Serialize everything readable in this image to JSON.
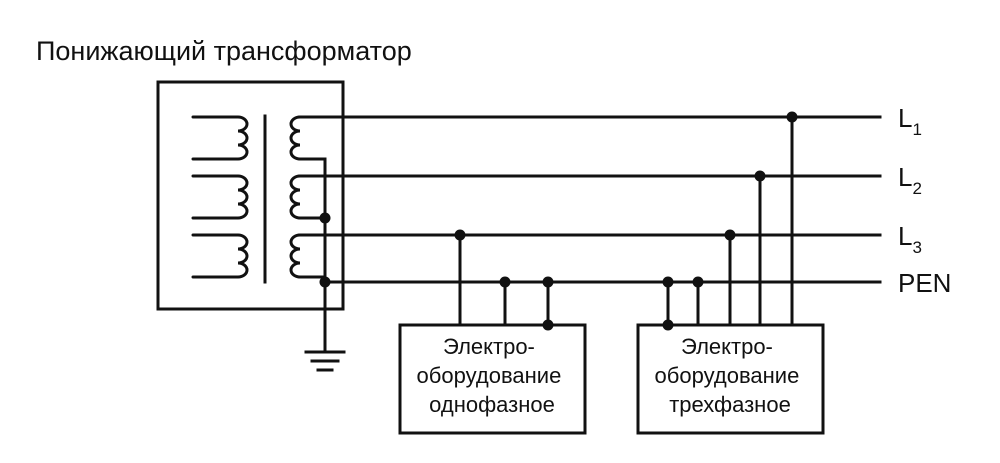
{
  "title": "Понижающий трансформатор",
  "buses": {
    "l1": {
      "base": "L",
      "sub": "1"
    },
    "l2": {
      "base": "L",
      "sub": "2"
    },
    "l3": {
      "base": "L",
      "sub": "3"
    },
    "pen": "PEN"
  },
  "equipment": {
    "single_phase": [
      "Электро-",
      "оборудование",
      "однофазное"
    ],
    "three_phase": [
      "Электро-",
      "оборудование",
      "трехфазное"
    ]
  },
  "icons": [
    "transformer-winding-icon",
    "ground-icon",
    "junction-dot-icon"
  ]
}
